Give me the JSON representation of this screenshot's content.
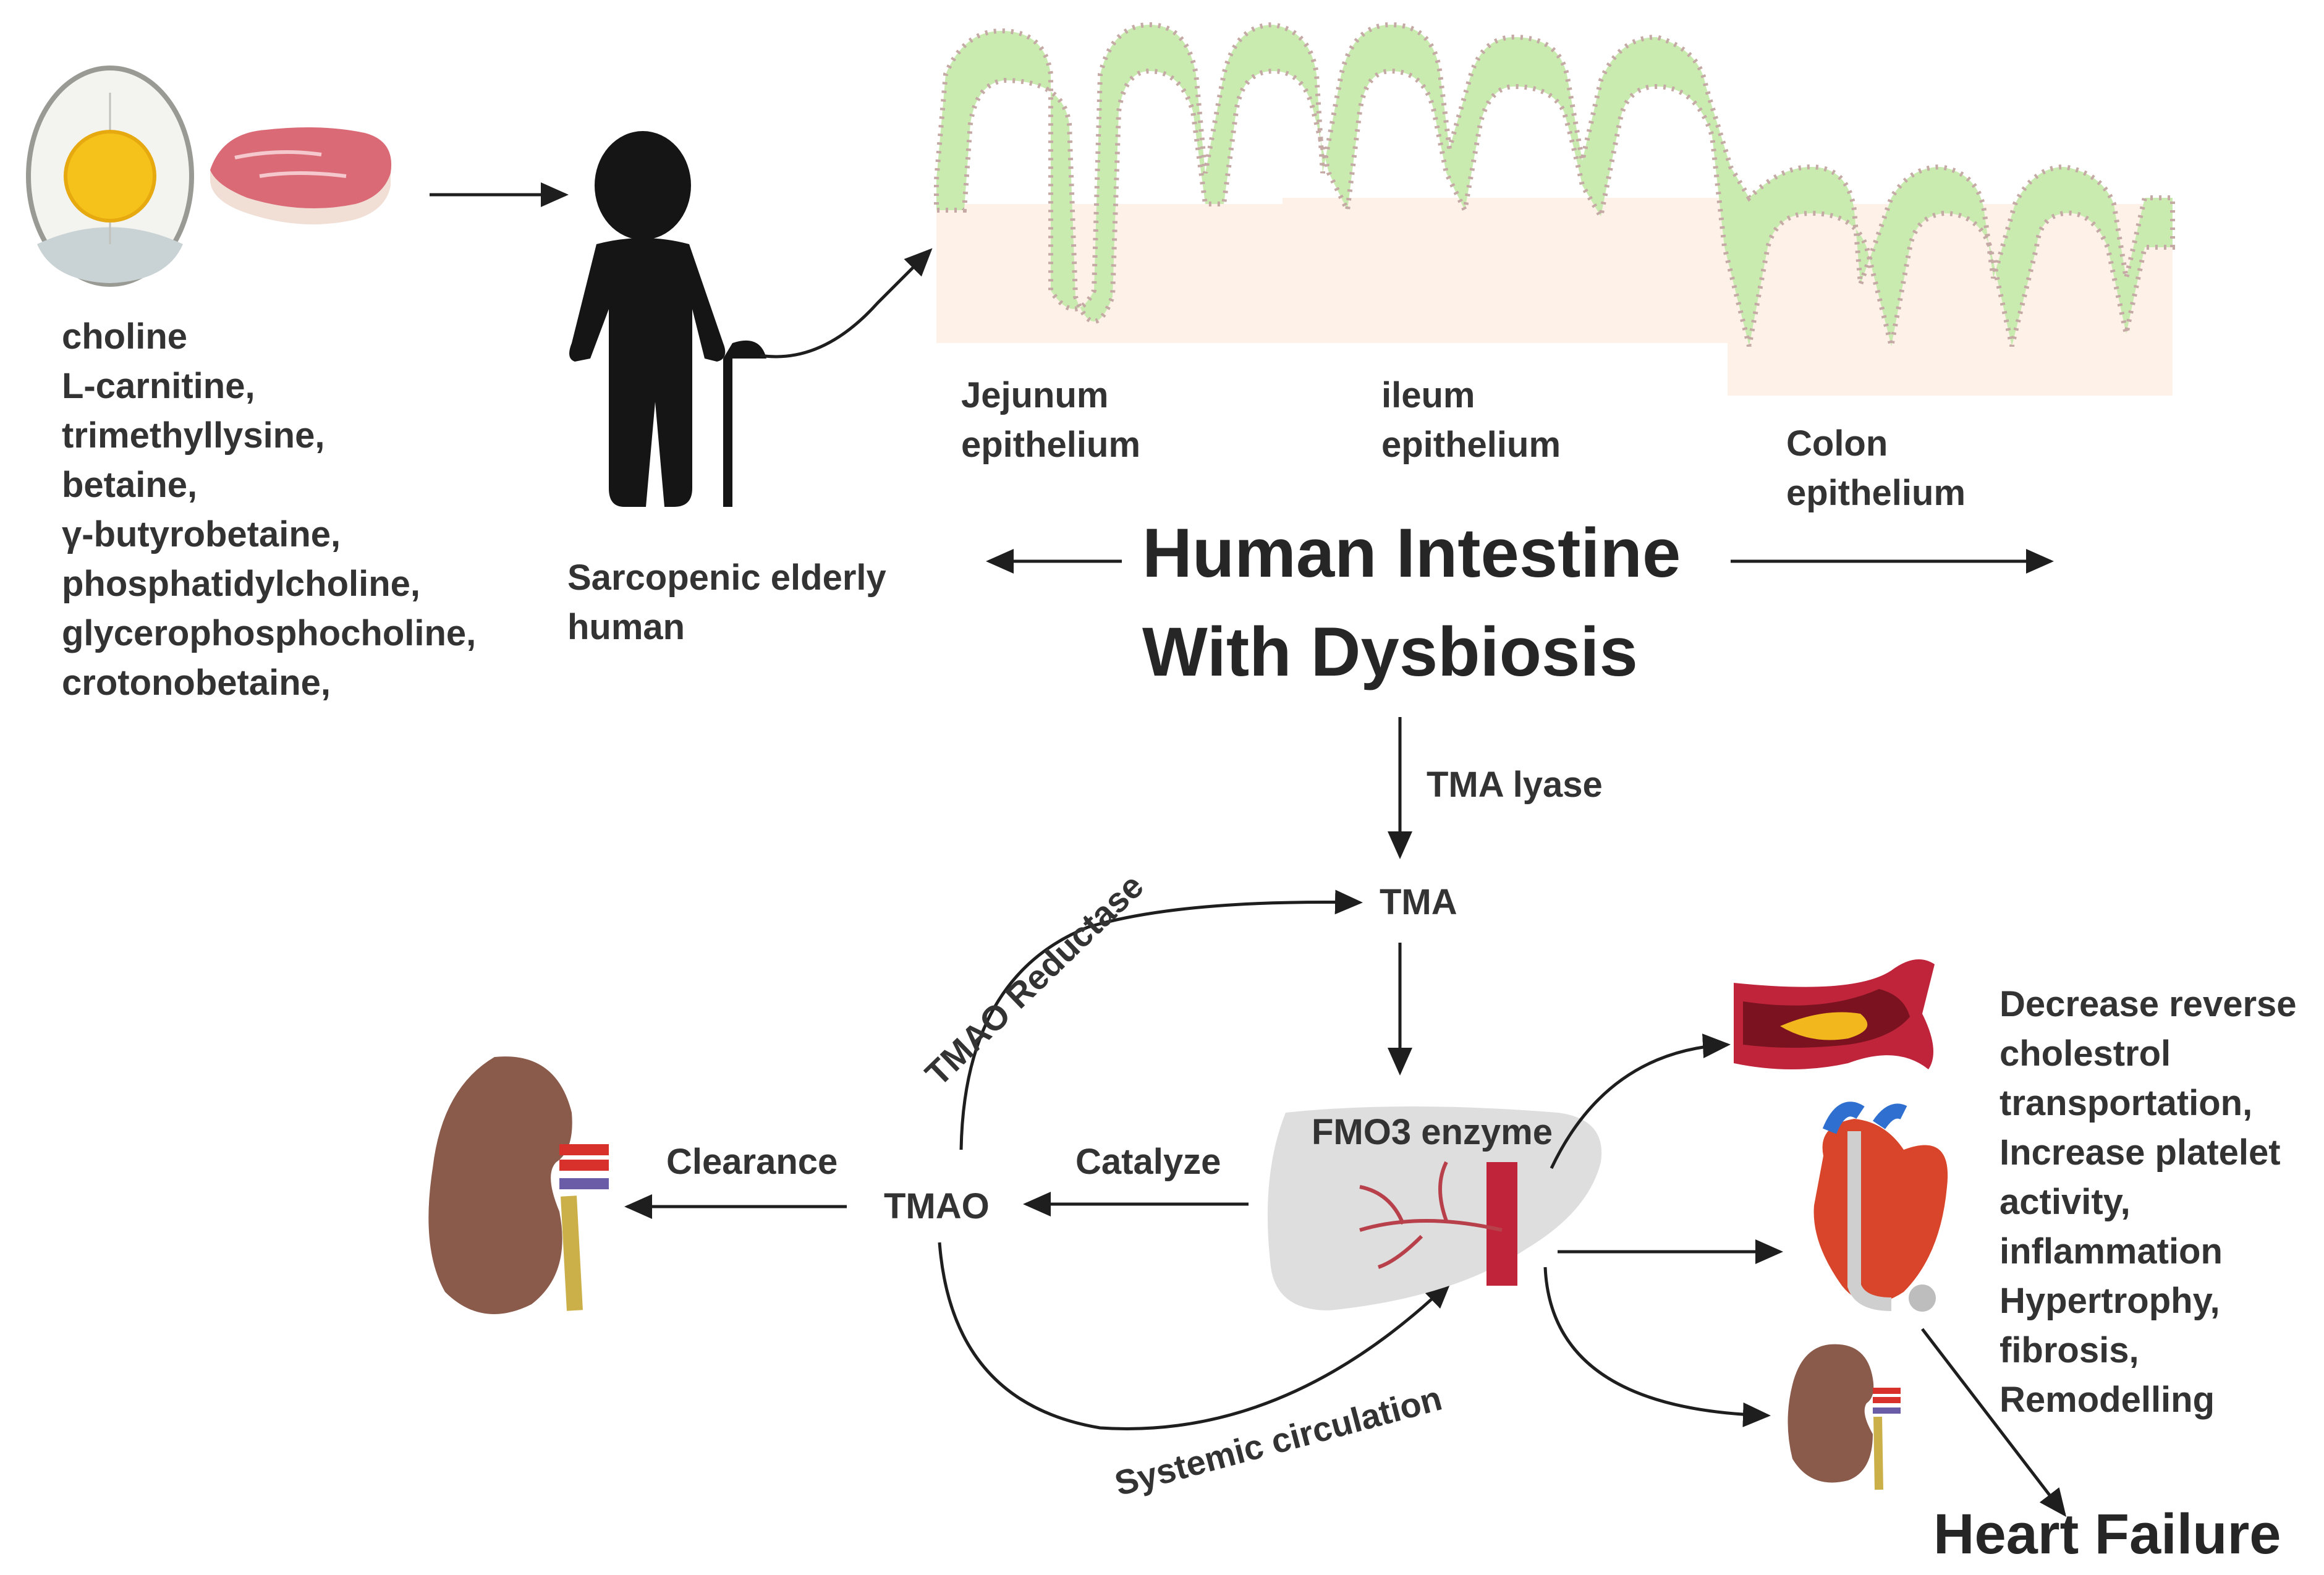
{
  "precursors": [
    "choline",
    "L-carnitine,",
    "trimethyllysine,",
    "betaine,",
    "γ-butyrobetaine,",
    "phosphatidylcholine,",
    "glycerophosphocholine,",
    "crotonobetaine,"
  ],
  "host": {
    "label": "Sarcopenic elderly\nhuman"
  },
  "segments": {
    "jejunum": "Jejunum\nepithelium",
    "ileum": "ileum\nepithelium",
    "colon": "Colon\nepithelium"
  },
  "main_title": "Human Intestine\nWith Dysbiosis",
  "labels": {
    "tma_lyase": "TMA lyase",
    "tma": "TMA",
    "tmao_reductase": "TMAO Reductase",
    "fmo3": "FMO3 enzyme",
    "catalyze": "Catalyze",
    "tmao": "TMAO",
    "clearance": "Clearance",
    "systemic": "Systemic circulation"
  },
  "outcomes": [
    "Decrease reverse",
    "cholestrol",
    "transportation,",
    "Increase platelet",
    "activity,",
    "inflammation",
    "Hypertrophy,",
    "fibrosis,",
    "Remodelling"
  ],
  "result": "Heart Failure",
  "colors": {
    "mucosa": "#c9ebb0",
    "tissue": "#fdf1e8",
    "arrow": "#1e1e1e",
    "kidney": "#8a5a4a",
    "heart": "#d9452a",
    "liver": "#dedede"
  }
}
